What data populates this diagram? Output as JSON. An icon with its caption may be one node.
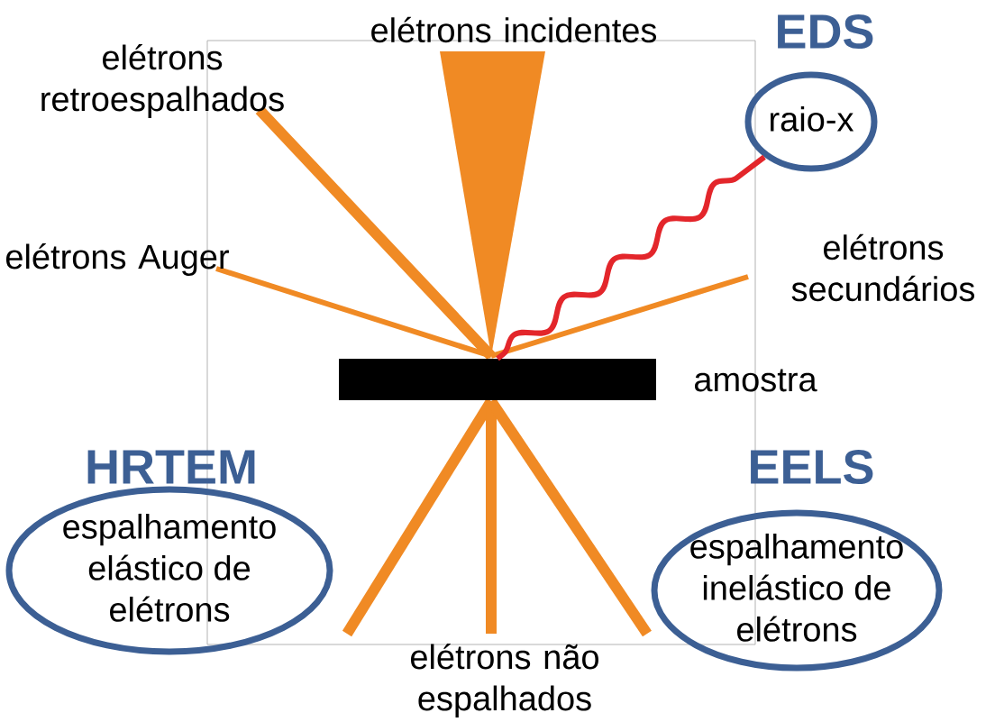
{
  "diagram": {
    "nodes": [
      {
        "text": [
          "EDS",
          "raio-x"
        ]
      },
      {
        "text": [],
        "shape": "bar",
        "beside": [
          "amostra"
        ]
      },
      {
        "text": [
          "HRTEM",
          "espalhamento elástico de elétrons"
        ]
      },
      {
        "text": [
          "EELS",
          "espalhamento inelástico de elétrons"
        ]
      }
    ],
    "edges": [
      {
        "from": 1,
        "to": 0,
        "arrow": "none",
        "color": "#e3262b"
      }
    ],
    "labels": [
      "elétrons incidentes",
      "elétrons retroespalhados",
      "elétrons Auger",
      "elétrons secundários",
      "elétrons não espalhados"
    ]
  }
}
